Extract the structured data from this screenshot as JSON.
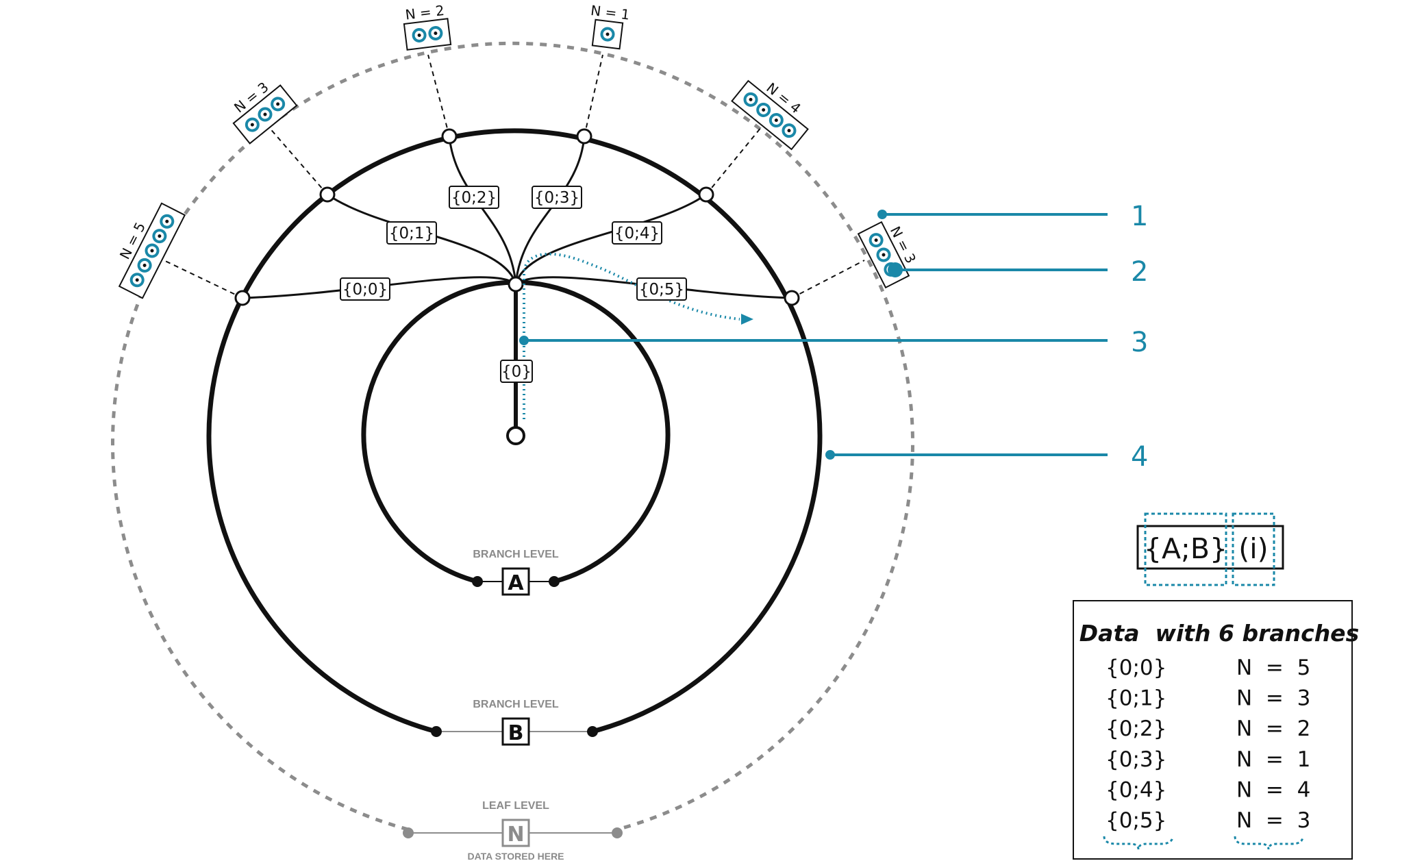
{
  "root_label": "{0}",
  "branches": [
    {
      "path": "{0;0}",
      "n": "N = 5",
      "count": 5
    },
    {
      "path": "{0;1}",
      "n": "N = 3",
      "count": 3
    },
    {
      "path": "{0;2}",
      "n": "N = 2",
      "count": 2
    },
    {
      "path": "{0;3}",
      "n": "N = 1",
      "count": 1
    },
    {
      "path": "{0;4}",
      "n": "N = 4",
      "count": 4
    },
    {
      "path": "{0;5}",
      "n": "N = 3",
      "count": 3
    }
  ],
  "levels": {
    "a": {
      "caption": "BRANCH LEVEL",
      "letter": "A"
    },
    "b": {
      "caption": "BRANCH LEVEL",
      "letter": "B"
    },
    "n": {
      "caption": "LEAF LEVEL",
      "letter": "N",
      "note": "DATA STORED HERE"
    }
  },
  "callouts": [
    "1",
    "2",
    "3",
    "4"
  ],
  "formula": {
    "path_part": "{A;B}",
    "index_part": "(i)"
  },
  "table": {
    "title": "Data  with 6 branches",
    "rows": [
      {
        "path": "{0;0}",
        "n": "N  =  5"
      },
      {
        "path": "{0;1}",
        "n": "N  =  3"
      },
      {
        "path": "{0;2}",
        "n": "N  =  2"
      },
      {
        "path": "{0;3}",
        "n": "N  =  1"
      },
      {
        "path": "{0;4}",
        "n": "N  =  4"
      },
      {
        "path": "{0;5}",
        "n": "N  =  3"
      }
    ]
  },
  "colors": {
    "accent": "#1a88a8",
    "line": "#111111",
    "dashed": "#8c8c8c"
  }
}
